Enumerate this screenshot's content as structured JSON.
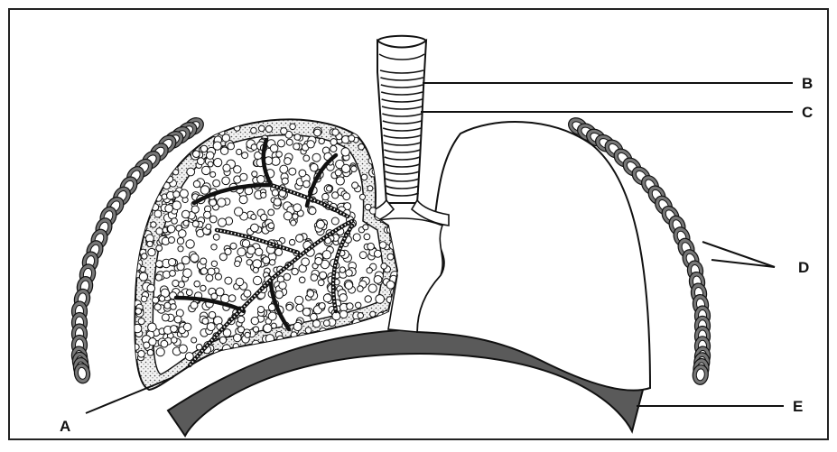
{
  "diagram": {
    "labels": {
      "a": "A",
      "b": "B",
      "c": "C",
      "d": "D",
      "e": "E"
    },
    "colors": {
      "line": "#111111",
      "rib": "#777777",
      "diaphragm": "#5a5a5a",
      "pleura_fill": "#efefef"
    }
  }
}
